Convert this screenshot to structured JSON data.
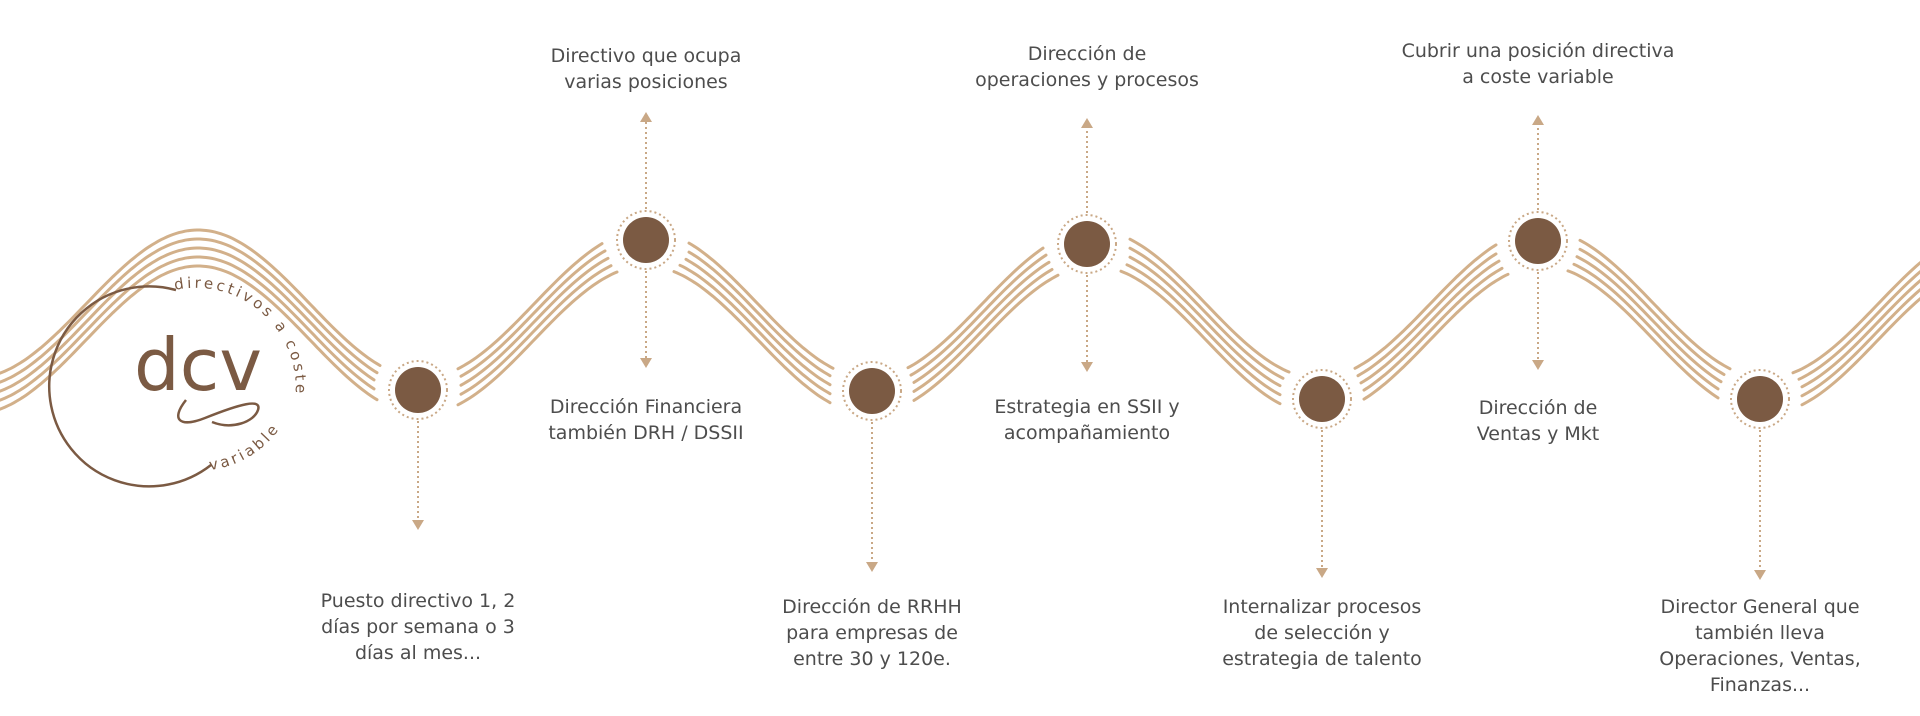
{
  "logo": {
    "wordmark": "dcv",
    "arc_top": "directivos a coste",
    "arc_bottom": "variable"
  },
  "colors": {
    "wave": "#d2b08a",
    "node": "#7b5a43",
    "connector": "#c9a886",
    "text": "#4d4d4d"
  },
  "milestones": [
    {
      "side": "bottom",
      "text": "Puesto directivo 1, 2\ndías por semana o 3\ndías al mes..."
    },
    {
      "side": "top",
      "text": "Directivo que ocupa\nvarias posiciones"
    },
    {
      "side": "bottom",
      "text": "Dirección Financiera\ntambién DRH / DSSII"
    },
    {
      "side": "bottom",
      "text": "Dirección de RRHH\npara empresas de\nentre 30 y 120e."
    },
    {
      "side": "top",
      "text": "Dirección de\noperaciones y procesos"
    },
    {
      "side": "bottom",
      "text": "Estrategia en SSII y\nacompañamiento"
    },
    {
      "side": "bottom",
      "text": "Internalizar procesos\nde selección y\nestrategia de talento"
    },
    {
      "side": "top",
      "text": "Cubrir una posición directiva\na coste variable"
    },
    {
      "side": "bottom",
      "text": "Dirección de\nVentas y Mkt"
    },
    {
      "side": "bottom",
      "text": "Director General que\ntambién lleva\nOperaciones, Ventas,\nFinanzas..."
    }
  ]
}
